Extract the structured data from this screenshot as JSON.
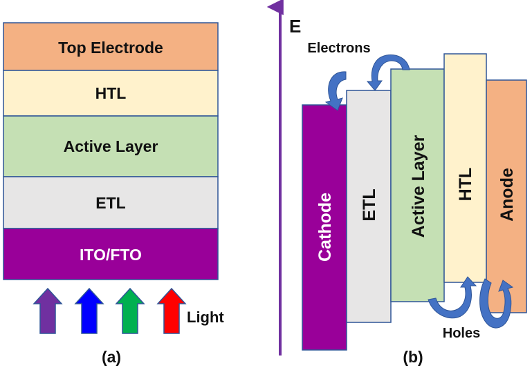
{
  "panel_a": {
    "layers": [
      {
        "label": "Top Electrode",
        "color": "#f4b183"
      },
      {
        "label": "HTL",
        "color": "#fff2cc"
      },
      {
        "label": "Active Layer",
        "color": "#c5e0b4"
      },
      {
        "label": "ETL",
        "color": "#e7e6e6"
      },
      {
        "label": "ITO/FTO",
        "color": "#990099"
      }
    ],
    "arrow_colors": [
      "#7030a0",
      "#0000ff",
      "#00b050",
      "#ff0000"
    ],
    "light_label": "Light",
    "caption": "(a)"
  },
  "panel_b": {
    "axis_label": "E",
    "axis_color": "#7030a0",
    "bands": [
      {
        "label": "Cathode",
        "color": "#990099"
      },
      {
        "label": "ETL",
        "color": "#e7e6e6"
      },
      {
        "label": "Active Layer",
        "color": "#c5e0b4"
      },
      {
        "label": "HTL",
        "color": "#fff2cc"
      },
      {
        "label": "Anode",
        "color": "#f4b183"
      }
    ],
    "electrons_label": "Electrons",
    "holes_label": "Holes",
    "curve_arrow_color": "#4472c4",
    "caption": "(b)"
  },
  "border_color": "#2f5597"
}
